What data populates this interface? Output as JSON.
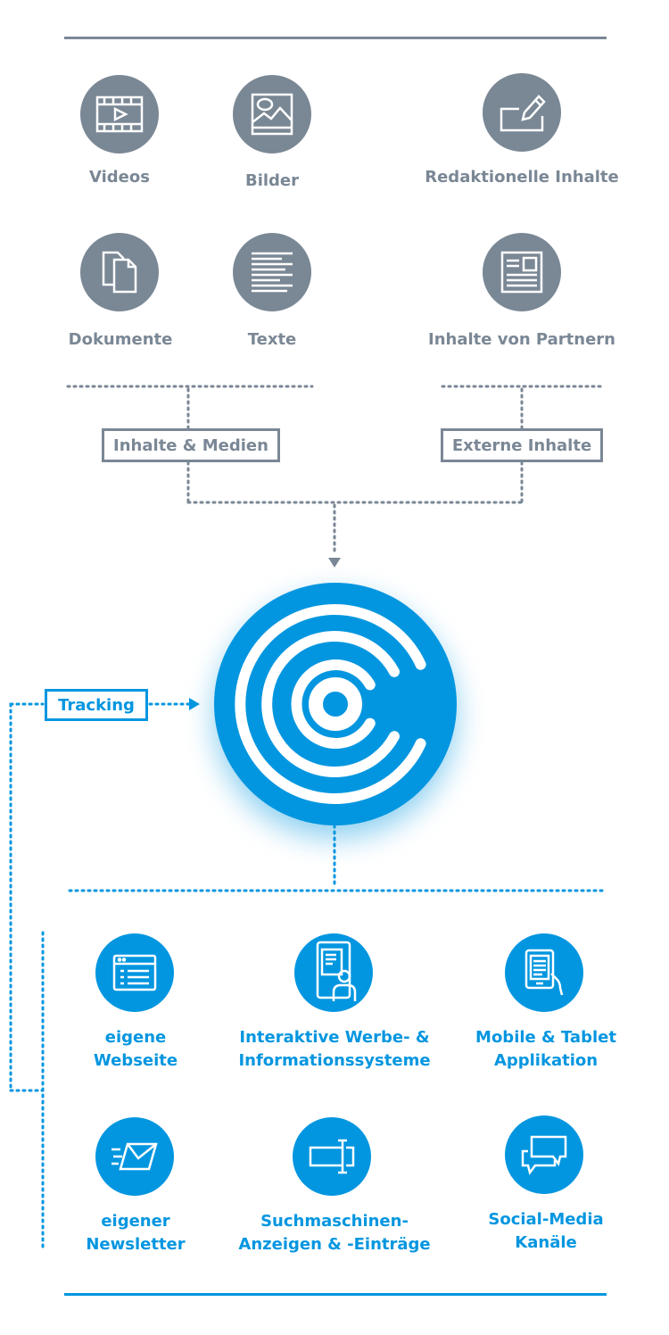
{
  "colors": {
    "gray": "#7a8795",
    "blue": "#0396e0"
  },
  "sources": [
    {
      "label": "Videos",
      "icon": "video-icon"
    },
    {
      "label": "Bilder",
      "icon": "image-icon"
    },
    {
      "label": "Redaktionelle Inhalte",
      "icon": "edit-icon"
    },
    {
      "label": "Dokumente",
      "icon": "documents-icon"
    },
    {
      "label": "Texte",
      "icon": "text-icon"
    },
    {
      "label": "Inhalte von Partnern",
      "icon": "newspaper-icon"
    }
  ],
  "groups": {
    "media": "Inhalte & Medien",
    "external": "Externe Inhalte"
  },
  "hub": {
    "icon": "platform-logo-icon"
  },
  "tracking": "Tracking",
  "channels": [
    {
      "line1": "eigene",
      "line2": "Webseite",
      "icon": "browser-icon"
    },
    {
      "line1": "Interaktive Werbe- &",
      "line2": "Informationssysteme",
      "icon": "kiosk-icon"
    },
    {
      "line1": "Mobile & Tablet",
      "line2": "Applikation",
      "icon": "tablet-icon"
    },
    {
      "line1": "eigener",
      "line2": "Newsletter",
      "icon": "envelope-icon"
    },
    {
      "line1": "Suchmaschinen-",
      "line2": "Anzeigen & -Einträge",
      "icon": "search-ad-icon"
    },
    {
      "line1": "Social-Media",
      "line2": "Kanäle",
      "icon": "chat-icon"
    }
  ]
}
